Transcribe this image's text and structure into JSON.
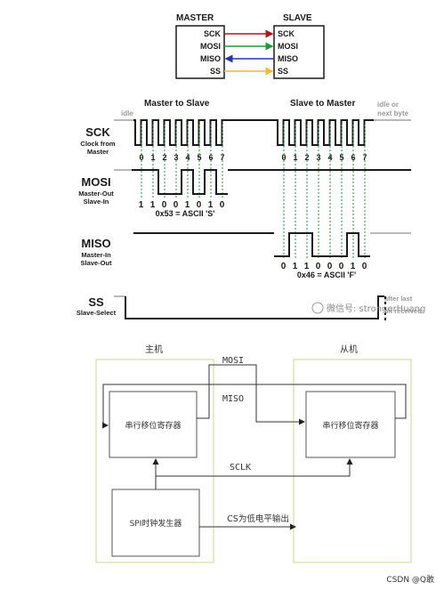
{
  "connection": {
    "master_title": "MASTER",
    "slave_title": "SLAVE",
    "signals": [
      "SCK",
      "MOSI",
      "MISO",
      "SS"
    ],
    "colors": {
      "SCK": "#b0181b",
      "MOSI": "#1f9a3a",
      "MISO": "#2336a8",
      "SS": "#f2b935"
    }
  },
  "timing": {
    "phase_master": "Master to Slave",
    "phase_slave": "Slave to Master",
    "idle_left": "idle",
    "idle_right_1": "idle or",
    "idle_right_2": "next byte",
    "sck_title": "SCK",
    "sck_sub1": "Clock from",
    "sck_sub2": "Master",
    "mosi_title": "MOSI",
    "mosi_sub1": "Master-Out",
    "mosi_sub2": "Slave-In",
    "miso_title": "MISO",
    "miso_sub1": "Master-In",
    "miso_sub2": "Slave-Out",
    "ss_title": "SS",
    "ss_sub": "Slave-Select",
    "bit_indexes": [
      "0",
      "1",
      "2",
      "3",
      "4",
      "5",
      "6",
      "7"
    ],
    "mosi_bits": [
      "1",
      "1",
      "0",
      "0",
      "1",
      "0",
      "1",
      "0"
    ],
    "mosi_caption": "0x53 = ASCII 'S'",
    "miso_bits": [
      "0",
      "1",
      "1",
      "0",
      "0",
      "0",
      "1",
      "0"
    ],
    "miso_caption": "0x46 = ASCII 'F'",
    "after_last_1": "after last",
    "after_last_2": "bit received",
    "watermark": "微信号: strongerHuang"
  },
  "block": {
    "master_label": "主机",
    "slave_label": "从机",
    "mosi_label": "MOSI",
    "miso_label": "MISO",
    "sclk_label": "SCLK",
    "master_register": "串行移位寄存器",
    "slave_register": "串行移位寄存器",
    "clock_generator": "SPI时钟发生器",
    "cs_label": "CS为低电平输出",
    "source_mark": "CSDN @Q敢"
  }
}
